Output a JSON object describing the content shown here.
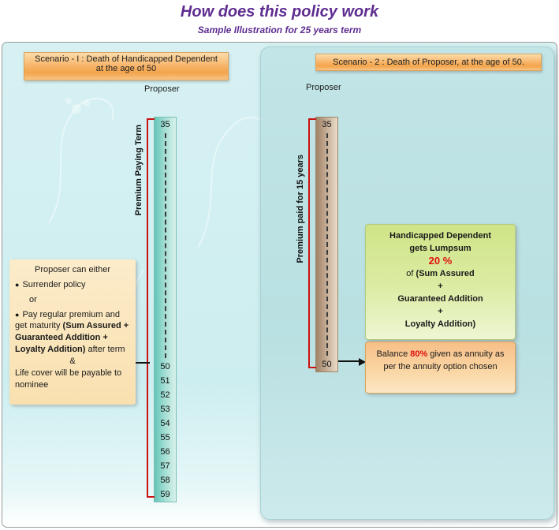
{
  "page": {
    "title": "How does this policy work",
    "subtitle": "Sample Illustration for 25 years term"
  },
  "scenario1": {
    "header_line1": "Scenario - I :  Death of Handicapped Dependent",
    "header_line2": "at the age of  50",
    "proposer": "Proposer",
    "timeline_label": "Premium Paying  Term",
    "age_top": "35",
    "ages": [
      "50",
      "51",
      "52",
      "53",
      "54",
      "55",
      "56",
      "57",
      "58",
      "59"
    ],
    "note": {
      "bullet_icon": "●",
      "intro": "Proposer can either",
      "option1": "Surrender policy",
      "or": "or",
      "option2_pre": "Pay regular premium and get maturity ",
      "option2_bold": "(Sum Assured + Guaranteed Addition + Loyalty Addition)",
      "option2_post": " after term",
      "ampersand": "&",
      "footer": "Life cover will be payable to nominee"
    }
  },
  "scenario2": {
    "header": "Scenario - 2 : Death of Proposer, at the age of 50.",
    "proposer": "Proposer",
    "timeline_label": "Premium paid for 15 years",
    "age_top": "35",
    "age_bottom": "50",
    "lumpsum_box": {
      "line1": "Handicapped Dependent",
      "line2": "gets Lumpsum",
      "percent": "20 %",
      "of": "of ",
      "item1": " (Sum Assured",
      "plus1": "+",
      "item2": "Guaranteed Addition",
      "plus2": "+",
      "item3": "Loyalty Addition)"
    },
    "annuity_box": {
      "pre": "Balance ",
      "percent": "80%",
      "post": " given as annuity as per the annuity option chosen"
    }
  },
  "colors": {
    "title_purple": "#5e2c90",
    "bracket_red": "#cc1111",
    "percent_red": "#e01010",
    "panel_teal": "#cdeef0"
  }
}
